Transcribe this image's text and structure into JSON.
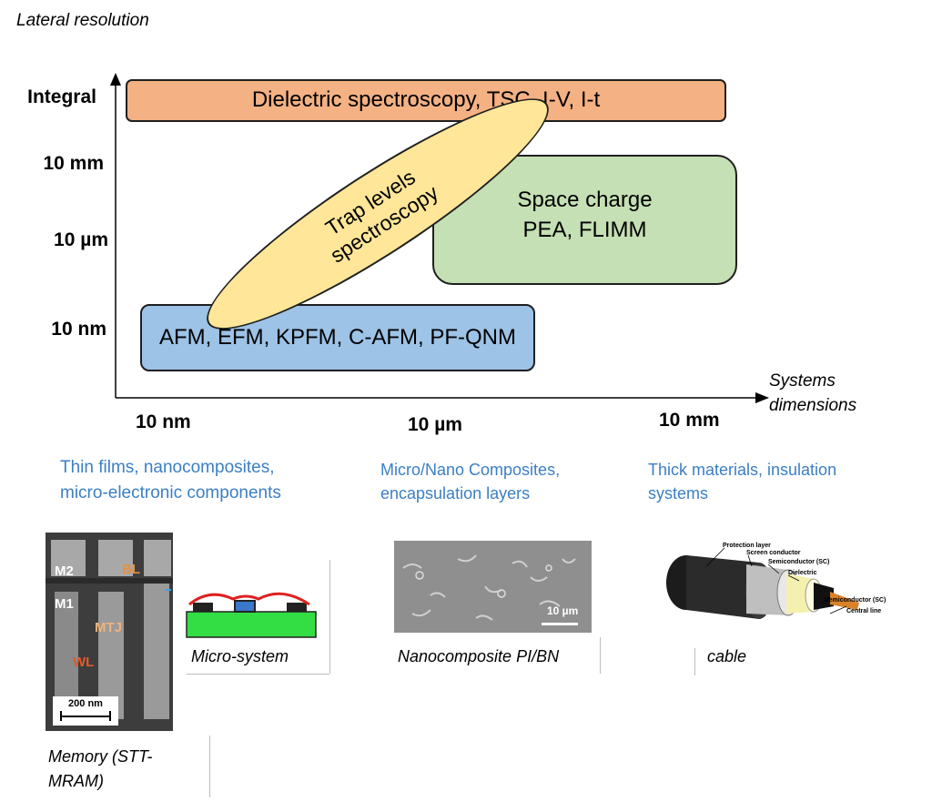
{
  "title": "Lateral resolution",
  "y_axis": {
    "ticks": [
      "Integral",
      "10 mm",
      "10 µm",
      "10 nm"
    ]
  },
  "x_axis": {
    "label_line1": "Systems",
    "label_line2": "dimensions",
    "ticks": [
      "10 nm",
      "10 µm",
      "10 mm"
    ]
  },
  "boxes": {
    "dielectric": "Dielectric spectroscopy, TSC, I-V, I-t",
    "space_charge_line1": "Space charge",
    "space_charge_line2": "PEA, FLIMM",
    "afm": "AFM, EFM, KPFM, C-AFM, PF-QNM",
    "trap_line1": "Trap levels",
    "trap_line2": "spectroscopy"
  },
  "categories": {
    "thin_line1": "Thin films, nanocomposites,",
    "thin_line2": "micro-electronic components",
    "micro_line1": "Micro/Nano Composites,",
    "micro_line2": "encapsulation layers",
    "thick_line1": "Thick materials, insulation",
    "thick_line2": "systems"
  },
  "images": {
    "memory": {
      "labels": [
        "M2",
        "BL",
        "M1",
        "MTJ",
        "WL"
      ],
      "scale": "200 nm",
      "caption_line1": "Memory (STT-",
      "caption_line2": "MRAM)"
    },
    "microsystem": {
      "caption": "Micro-system"
    },
    "nanocomposite": {
      "scale": "10 µm",
      "caption": "Nanocomposite PI/BN"
    },
    "cable": {
      "layers": [
        "Protection layer",
        "Screen conductor",
        "Semiconductor (SC)",
        "Dielectric",
        "Semiconductor (SC)",
        "Central line"
      ],
      "caption": "cable"
    }
  },
  "colors": {
    "dielectric": "#f4b183",
    "space_charge": "#c5e0b4",
    "afm": "#9dc3e6",
    "trap": "#ffe699",
    "caption_blue": "#3b7fc4"
  }
}
